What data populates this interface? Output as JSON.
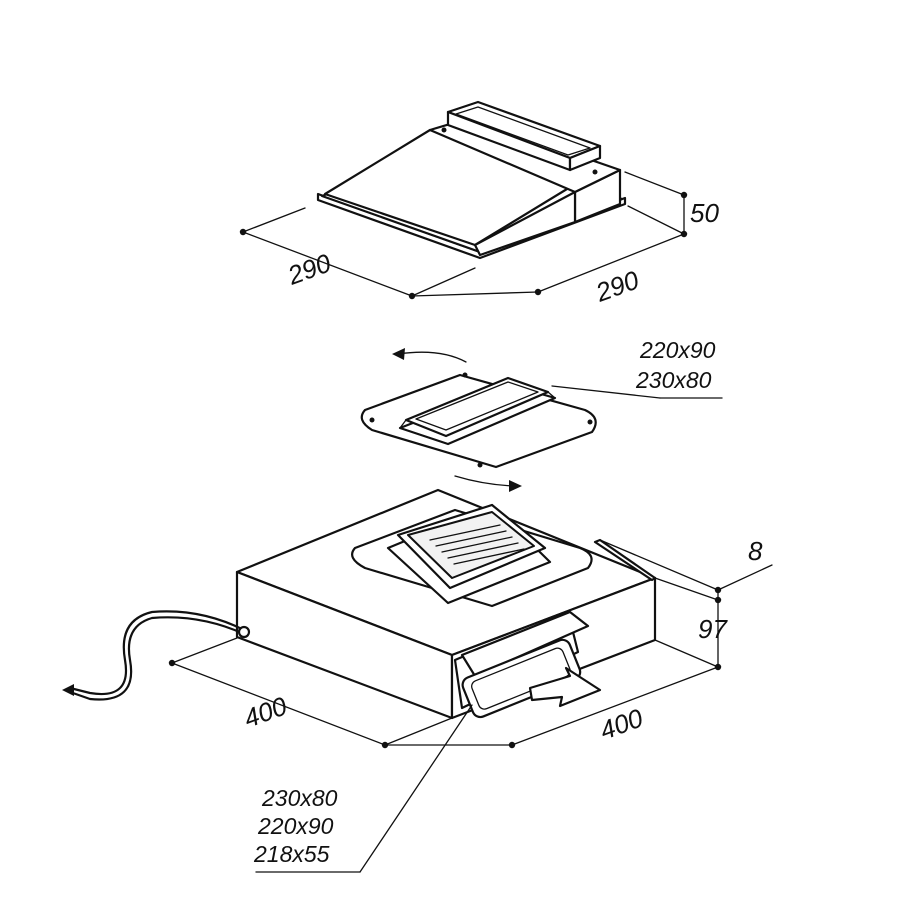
{
  "diagram": {
    "hood_top": {
      "dim_left": "290",
      "dim_right": "290",
      "dim_height": "50"
    },
    "adapter_plate": {
      "spigot_sizes": [
        "220x90",
        "230x80"
      ]
    },
    "fan_unit": {
      "dim_left": "400",
      "dim_right": "400",
      "dim_height": "97",
      "dim_flange": "8",
      "outlet_sizes": [
        "230x80",
        "220x90",
        "218x55"
      ]
    }
  }
}
